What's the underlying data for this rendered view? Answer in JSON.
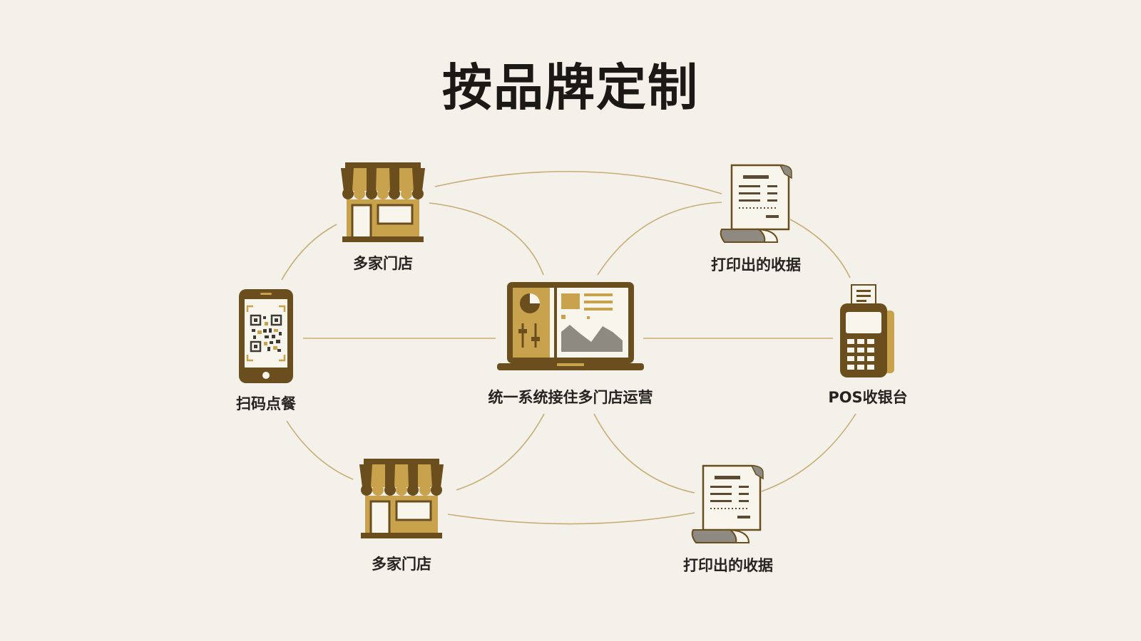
{
  "title": "按品牌定制",
  "nodes": {
    "center": {
      "label": "统一系统接住多门店运营",
      "icon": "laptop-dashboard-icon"
    },
    "store_top": {
      "label": "多家门店",
      "icon": "storefront-icon"
    },
    "store_bottom": {
      "label": "多家门店",
      "icon": "storefront-icon"
    },
    "receipt_top": {
      "label": "打印出的收据",
      "icon": "receipt-icon"
    },
    "receipt_bottom": {
      "label": "打印出的收据",
      "icon": "receipt-icon"
    },
    "qr_order": {
      "label": "扫码点餐",
      "icon": "phone-qr-icon"
    },
    "pos": {
      "label": "POS收银台",
      "icon": "pos-terminal-icon"
    }
  },
  "colors": {
    "background": "#f3f1ea",
    "gold": "#c9a24e",
    "brown": "#6b4e1d",
    "connector": "#c8ad74",
    "paper": "#f8f5ec",
    "gray": "#8f8a81",
    "text": "#1a1916"
  }
}
